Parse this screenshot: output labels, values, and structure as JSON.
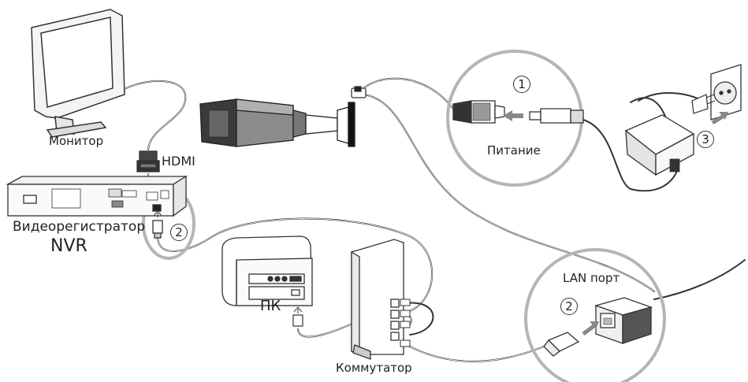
{
  "labels": {
    "monitor": "Монитор",
    "hdmi": "HDMI",
    "nvr_line1": "Видеорегистратор",
    "nvr_line2": "NVR",
    "power": "Питание",
    "pc": "ПК",
    "switch": "Коммутатор",
    "lan_port": "LAN порт"
  },
  "steps": {
    "power_step": "1",
    "nvr_step": "2",
    "lan_step": "2",
    "outlet_step": "3"
  },
  "colors": {
    "line": "#333333",
    "cable_gray": "#9a9a9a",
    "circle_gray": "#b5b5b5",
    "camera_dark": "#3a3a3a",
    "camera_mid": "#8c8c8c"
  }
}
